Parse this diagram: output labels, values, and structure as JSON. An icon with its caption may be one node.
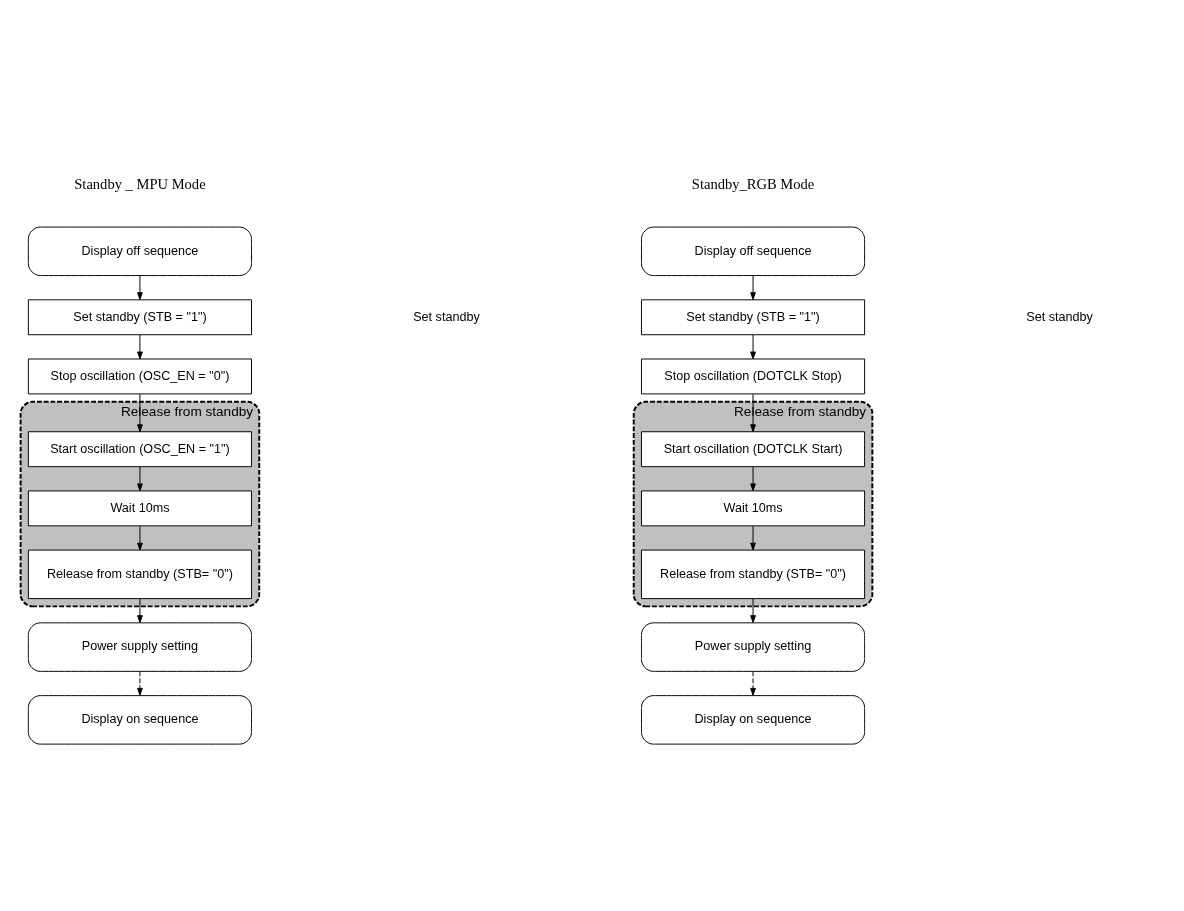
{
  "diagram": {
    "nodes": [
      {
        "text": [
          "Display off sequence"
        ]
      },
      {
        "text": [
          "Set standby (STB = \"1\")"
        ]
      },
      {
        "text": [
          "Stop oscillation (OSC_EN = \"0\")"
        ]
      },
      {
        "text": [
          "Release from standby"
        ]
      },
      {
        "text": [
          "Start oscillation (OSC_EN = \"1\")"
        ],
        "in": 3
      },
      {
        "text": [
          "Wait 10ms"
        ],
        "in": 3
      },
      {
        "text": [
          "Release from standby (STB= \"0\")"
        ],
        "in": 3
      },
      {
        "text": [
          "Power supply setting"
        ]
      },
      {
        "text": [
          "Display on sequence"
        ]
      },
      {
        "text": [
          "Display off sequence"
        ]
      },
      {
        "text": [
          "Set standby (STB = \"1\")"
        ]
      },
      {
        "text": [
          "Stop oscillation (DOTCLK Stop)"
        ]
      },
      {
        "text": [
          "Release from standby"
        ]
      },
      {
        "text": [
          "Start oscillation (DOTCLK Start)"
        ],
        "in": 12
      },
      {
        "text": [
          "Wait 10ms"
        ],
        "in": 12
      },
      {
        "text": [
          "Release from standby (STB= \"0\")"
        ],
        "in": 12
      },
      {
        "text": [
          "Power supply setting"
        ]
      },
      {
        "text": [
          "Display on sequence"
        ]
      }
    ],
    "edges": [
      {
        "from": 0,
        "to": 1,
        "arrow": "to"
      },
      {
        "from": 1,
        "to": 2,
        "arrow": "to"
      },
      {
        "from": 2,
        "to": 4,
        "arrow": "to"
      },
      {
        "from": 4,
        "to": 5,
        "arrow": "to"
      },
      {
        "from": 5,
        "to": 6,
        "arrow": "to"
      },
      {
        "from": 6,
        "to": 7,
        "arrow": "to"
      },
      {
        "from": 7,
        "to": 8,
        "arrow": "to",
        "style": "dashed"
      },
      {
        "from": 9,
        "to": 10,
        "arrow": "to"
      },
      {
        "from": 10,
        "to": 11,
        "arrow": "to"
      },
      {
        "from": 11,
        "to": 13,
        "arrow": "to"
      },
      {
        "from": 13,
        "to": 14,
        "arrow": "to"
      },
      {
        "from": 14,
        "to": 15,
        "arrow": "to"
      },
      {
        "from": 15,
        "to": 16,
        "arrow": "to"
      },
      {
        "from": 16,
        "to": 17,
        "arrow": "to",
        "style": "dashed"
      }
    ],
    "labels": [
      "Standby _ MPU Mode",
      "Set standby",
      "Standby_RGB Mode",
      "Set standby"
    ]
  }
}
